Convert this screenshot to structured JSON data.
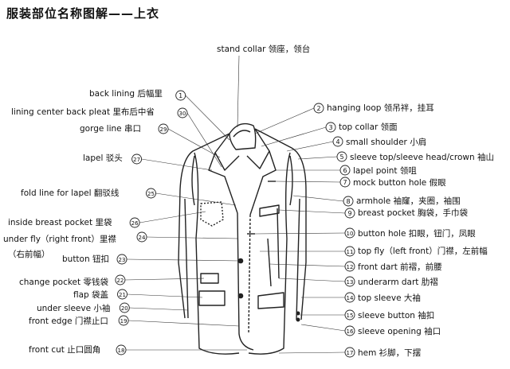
{
  "title": "服装部位名称图解——上衣",
  "labels": [
    {
      "id": "stand",
      "num": "",
      "text": "stand collar 领座，领台"
    },
    {
      "id": "l1",
      "num": "1",
      "text": "back lining 后幅里"
    },
    {
      "id": "l30",
      "num": "30",
      "text": "lining center back pleat 里布后中省"
    },
    {
      "id": "l29",
      "num": "29",
      "text": "gorge line 串口"
    },
    {
      "id": "l27",
      "num": "27",
      "text": "lapel 驳头"
    },
    {
      "id": "l25",
      "num": "25",
      "text": "fold line for lapel 翻驳线"
    },
    {
      "id": "l26",
      "num": "26",
      "text": "inside breast pocket 里袋"
    },
    {
      "id": "l24",
      "num": "24",
      "text": "under fly（right front）里襟"
    },
    {
      "id": "l24b",
      "num": "",
      "text": "（右前幅）"
    },
    {
      "id": "l23",
      "num": "23",
      "text": "button 钮扣"
    },
    {
      "id": "l22",
      "num": "22",
      "text": "change pocket 零钱袋"
    },
    {
      "id": "l21",
      "num": "21",
      "text": "flap 袋盖"
    },
    {
      "id": "l20",
      "num": "20",
      "text": "under sleeve 小袖"
    },
    {
      "id": "l19",
      "num": "19",
      "text": "front edge 门襟止口"
    },
    {
      "id": "l18",
      "num": "18",
      "text": "front cut 止口圆角"
    },
    {
      "id": "r2",
      "num": "2",
      "text": "hanging loop 领吊袢，挂耳"
    },
    {
      "id": "r3",
      "num": "3",
      "text": "top collar 领面"
    },
    {
      "id": "r4",
      "num": "4",
      "text": "small shoulder 小肩"
    },
    {
      "id": "r5",
      "num": "5",
      "text": "sleeve top/sleeve head/crown 袖山"
    },
    {
      "id": "r6",
      "num": "6",
      "text": "lapel point 领咀"
    },
    {
      "id": "r7",
      "num": "7",
      "text": "mock button hole 假眼"
    },
    {
      "id": "r8",
      "num": "8",
      "text": "armhole 袖窿，夹圈，袖围"
    },
    {
      "id": "r9",
      "num": "9",
      "text": "breast pocket 胸袋，手巾袋"
    },
    {
      "id": "r10",
      "num": "10",
      "text": "button hole 扣眼，钮门，凤眼"
    },
    {
      "id": "r11",
      "num": "11",
      "text": "top fly（left front）门襟，左前幅"
    },
    {
      "id": "r12",
      "num": "12",
      "text": "front dart 前褶，前腰"
    },
    {
      "id": "r13",
      "num": "13",
      "text": "underarm dart 肋褶"
    },
    {
      "id": "r14",
      "num": "14",
      "text": "top sleeve 大袖"
    },
    {
      "id": "r15",
      "num": "15",
      "text": "sleeve button 袖扣"
    },
    {
      "id": "r16",
      "num": "16",
      "text": "sleeve opening 袖口"
    },
    {
      "id": "r17",
      "num": "17",
      "text": "hem 衫脚，下摆"
    }
  ]
}
